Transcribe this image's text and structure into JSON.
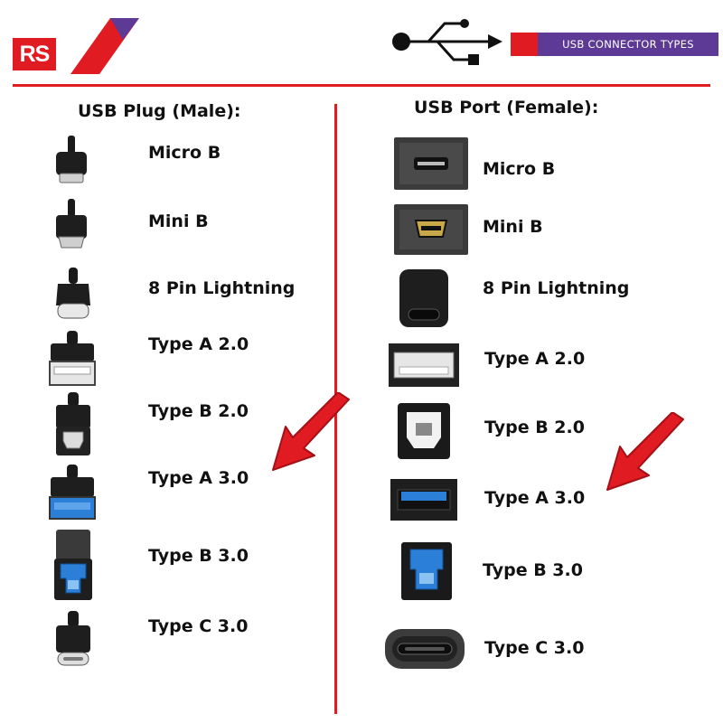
{
  "brand": {
    "logo_text": "RS"
  },
  "banner": {
    "title": "USB CONNECTOR TYPES"
  },
  "plugs": {
    "heading": "USB Plug (Male):",
    "items": [
      {
        "label": "Micro B"
      },
      {
        "label": "Mini B"
      },
      {
        "label": "8 Pin Lightning"
      },
      {
        "label": "Type A 2.0"
      },
      {
        "label": "Type B 2.0"
      },
      {
        "label": "Type A 3.0"
      },
      {
        "label": "Type B 3.0"
      },
      {
        "label": "Type C 3.0"
      }
    ]
  },
  "ports": {
    "heading": "USB Port (Female):",
    "items": [
      {
        "label": "Micro B"
      },
      {
        "label": "Mini B"
      },
      {
        "label": "8 Pin Lightning"
      },
      {
        "label": "Type A 2.0"
      },
      {
        "label": "Type B 2.0"
      },
      {
        "label": "Type A 3.0"
      },
      {
        "label": "Type B 3.0"
      },
      {
        "label": "Type C 3.0"
      }
    ]
  },
  "colors": {
    "brand_red": "#e01b22",
    "banner_purple": "#5c3a95",
    "usb3_blue": "#2b7fd6",
    "connector_dark": "#2a2a2a"
  }
}
